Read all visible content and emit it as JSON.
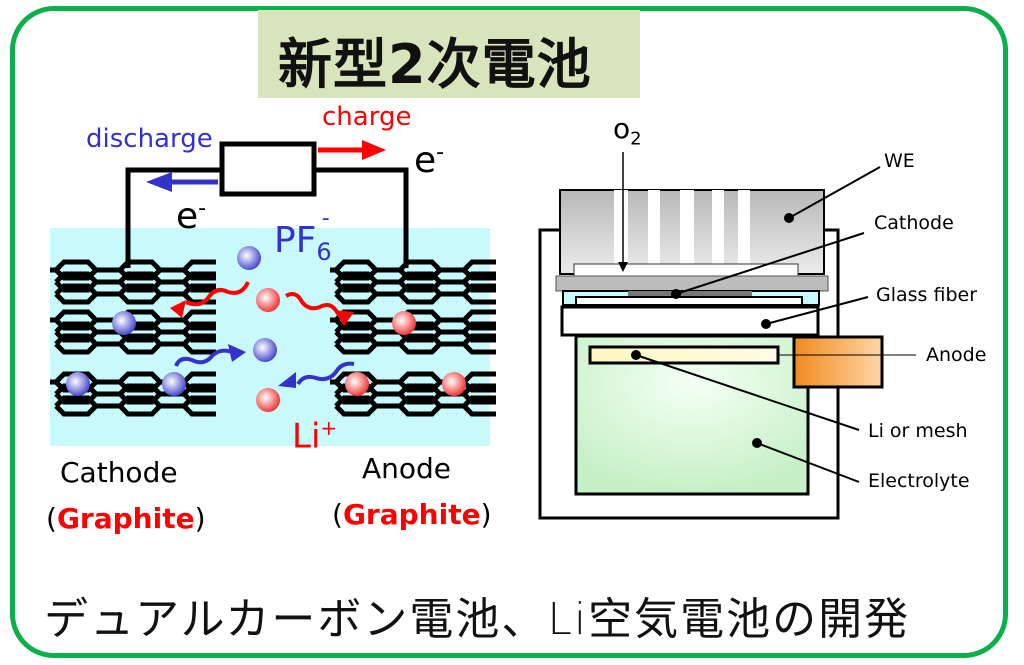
{
  "title": "新型2次電池",
  "footer": "デュアルカーボン電池、Li空気電池の開発",
  "colors": {
    "frame": "#0bb04a",
    "title_bg": "#d8e4bc",
    "electrolyte": "#c8fafc",
    "charge": "#ff0000",
    "discharge": "#3333cc"
  },
  "dual_carbon": {
    "charge_label": "charge",
    "discharge_label": "discharge",
    "electron_right": "e",
    "electron_left": "e",
    "electron_sup": "-",
    "anion": "PF",
    "anion_sub": "6",
    "anion_sup": "-",
    "cation": "Li",
    "cation_sup": "+",
    "cathode_label": "Cathode",
    "anode_label": "Anode",
    "material": "Graphite",
    "paren_open": "(",
    "paren_close": ")"
  },
  "li_air": {
    "gas_label": "o",
    "gas_sub": "2",
    "labels": [
      "WE",
      "Cathode",
      "Glass fiber",
      "Anode",
      "Li or mesh",
      "Electrolyte"
    ]
  }
}
